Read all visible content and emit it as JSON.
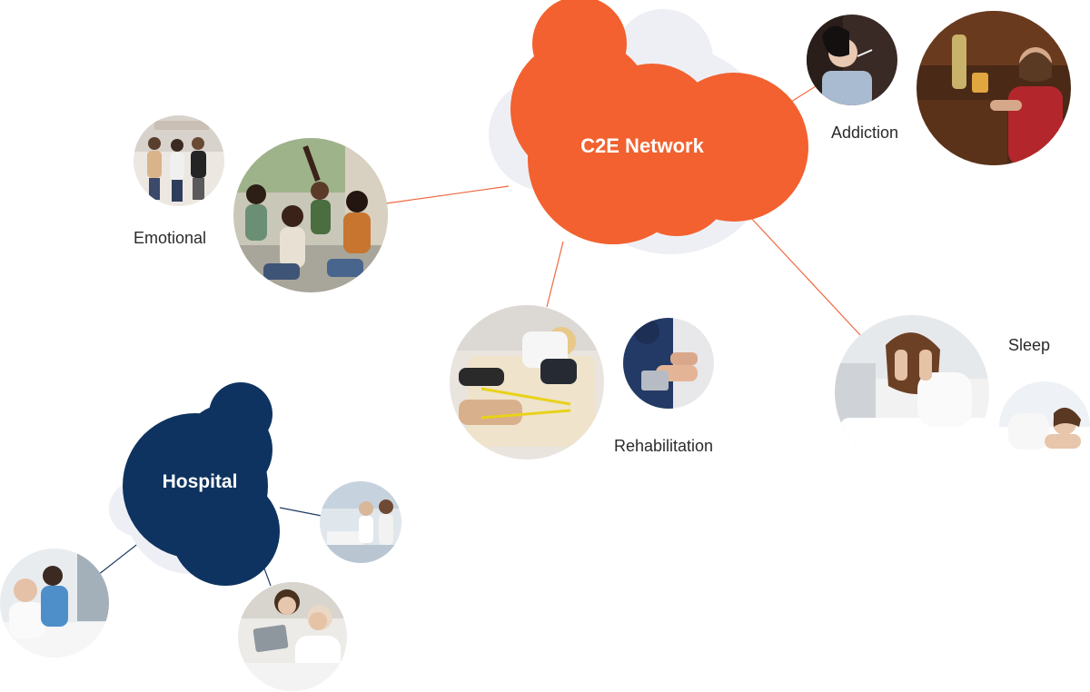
{
  "hubs": {
    "main": {
      "label": "C2E Network",
      "color": "#f2612f"
    },
    "hospital": {
      "label": "Hospital",
      "color": "#0e3360"
    }
  },
  "topics": {
    "emotional": "Emotional",
    "addiction": "Addiction",
    "rehabilitation": "Rehabilitation",
    "sleep": "Sleep"
  },
  "colors": {
    "hub_shadow": "#eeeff5",
    "connector_orange": "#f06a42",
    "connector_navy": "#1c3a63"
  }
}
